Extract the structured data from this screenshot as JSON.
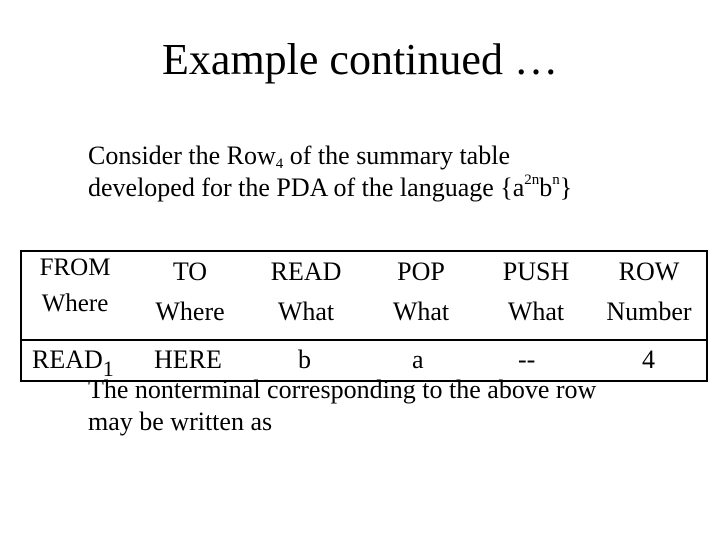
{
  "title": "Example continued …",
  "intro": {
    "line1_a": "Consider the Row",
    "line1_sub": "4",
    "line1_b": " of the summary table",
    "line2_a": "developed for the PDA of the language {a",
    "line2_sup1": "2n",
    "line2_b": "b",
    "line2_sup2": "n",
    "line2_c": "}"
  },
  "table": {
    "headers": [
      {
        "top": "FROM",
        "bottom": "Where"
      },
      {
        "top": "TO",
        "bottom": "Where"
      },
      {
        "top": "READ",
        "bottom": "What"
      },
      {
        "top": "POP",
        "bottom": "What"
      },
      {
        "top": "PUSH",
        "bottom": "What"
      },
      {
        "top": "ROW",
        "bottom": "Number"
      }
    ],
    "row": {
      "from": "READ",
      "from_sub": "1",
      "to": "HERE",
      "read": "b",
      "pop": "a",
      "push": "--",
      "row_number": "4"
    }
  },
  "footer": {
    "line1": "The nonterminal corresponding to the above row",
    "line2": "may be written as"
  }
}
